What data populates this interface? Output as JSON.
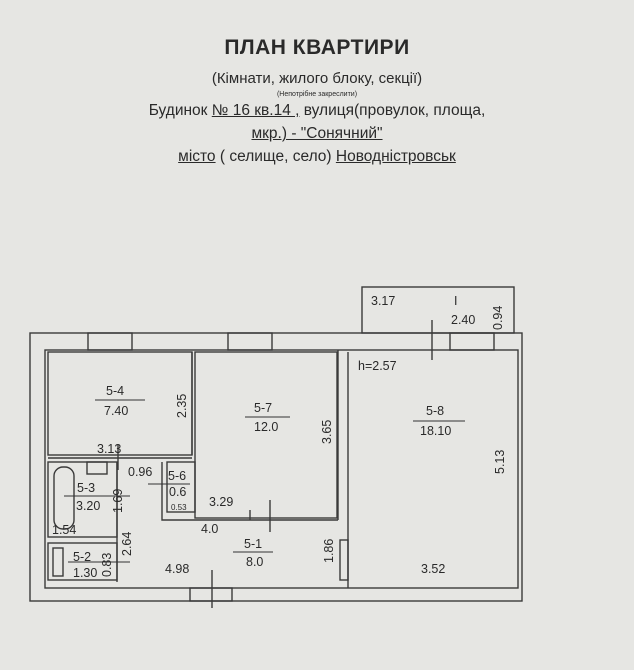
{
  "header": {
    "title": "ПЛАН КВАРТИРИ",
    "subtitle": "(Кімнати, жилого блоку, секції)",
    "note": "(Непотрібне закреслити)",
    "line1_prefix": "Будинок ",
    "line1_number": "№ 16 кв.14 ,",
    "line1_suffix": " вулиця(провулок, площа,",
    "line2": "мкр.) - \"Сонячний\"",
    "line3_city_label": "місто",
    "line3_middle": " ( селище, село) ",
    "line3_city": "Новодністровськ"
  },
  "plan": {
    "balcony": {
      "length": "3.17",
      "label": "I",
      "area": "2.40",
      "width": "0.94"
    },
    "ceiling_height": "h=2.57",
    "rooms": [
      {
        "id": "5-4",
        "area": "7.40",
        "dims": [
          "2.35",
          "3.13"
        ]
      },
      {
        "id": "5-7",
        "area": "12.0",
        "dims": [
          "3.65",
          "3.29"
        ]
      },
      {
        "id": "5-8",
        "area": "18.10",
        "dims": [
          "5.13",
          "3.52"
        ]
      },
      {
        "id": "5-6",
        "area": "0.6",
        "dims": [
          "0.96",
          "0.53"
        ]
      },
      {
        "id": "5-3",
        "area": "3.20",
        "dims": [
          "1.69",
          "1.54"
        ]
      },
      {
        "id": "5-2",
        "area": "1.30",
        "dims": [
          "0.83"
        ]
      },
      {
        "id": "5-1",
        "area": "8.0",
        "dims": [
          "4.0",
          "4.98",
          "2.64",
          "1.86"
        ]
      }
    ]
  }
}
